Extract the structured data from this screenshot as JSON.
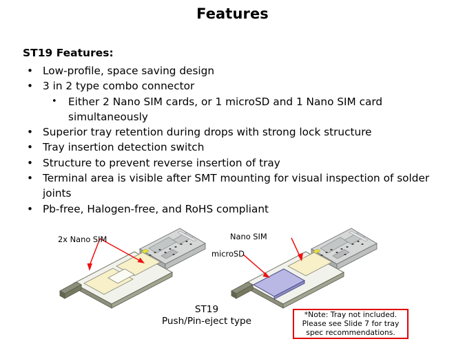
{
  "slide": {
    "title": "Features",
    "background_color": "#ffffff"
  },
  "features": {
    "heading": "ST19 Features:",
    "bullets": [
      {
        "text": "Low-profile, space saving design",
        "marker": "•"
      },
      {
        "text": "3 in 2 type combo connector",
        "marker": "•",
        "sub": [
          {
            "text": "Either 2 Nano SIM cards, or 1 microSD and 1 Nano SIM card simultaneously",
            "marker": "•"
          }
        ]
      },
      {
        "text": "Superior tray retention during drops with strong lock structure",
        "marker": "•"
      },
      {
        "text": "Tray insertion detection switch",
        "marker": "•"
      },
      {
        "text": "Structure to prevent reverse insertion of tray",
        "marker": "•"
      },
      {
        "text": "Terminal area is visible after SMT mounting for visual inspection of solder joints",
        "marker": "•"
      },
      {
        "text": "Pb-free, Halogen-free, and RoHS compliant",
        "marker": "•"
      }
    ]
  },
  "figures": {
    "left": {
      "name": "ST19 connector with 2x Nano SIM tray",
      "callout": "2x Nano SIM",
      "caption_line1": "ST19",
      "caption_line2": "Push/Pin-eject type"
    },
    "right": {
      "name": "ST19 connector with microSD and Nano SIM tray",
      "callout_nano_sim": "Nano SIM",
      "callout_microsd": "microSD"
    },
    "colors": {
      "arrow": "#ee1111",
      "tray_frame": "#8d8f7c",
      "tray_handle": "#6f7260",
      "nano_sim_card": "#f7f0c8",
      "microsd_card": "#b9b8e4",
      "connector_body": "#c9cbcb",
      "connector_shade": "#9b9e9e",
      "connector_accent": "#e3df2a"
    }
  },
  "note": {
    "border_color": "#e10000",
    "lines": [
      "*Note: Tray not included.",
      "Please see Slide 7 for tray",
      "spec recommendations."
    ]
  }
}
